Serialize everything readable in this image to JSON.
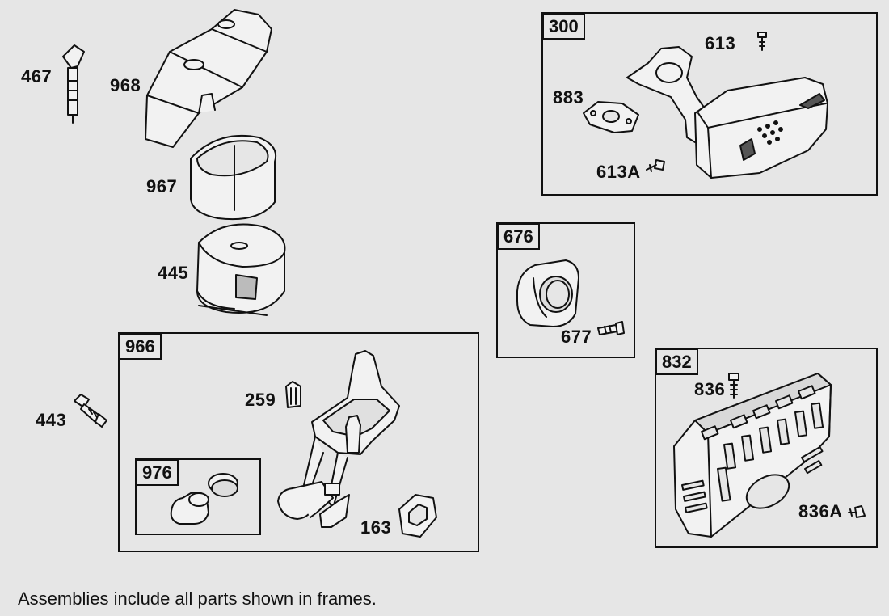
{
  "frames": {
    "muffler_assembly": "300",
    "gasket_kit": "676",
    "air_cleaner_assembly": "966",
    "cartridge_kit": "976",
    "muffler_guard_kit": "832"
  },
  "parts": {
    "p467": "467",
    "p968": "968",
    "p967": "967",
    "p445": "445",
    "p443": "443",
    "p259": "259",
    "p163": "163",
    "p613": "613",
    "p883": "883",
    "p613a": "613A",
    "p677": "677",
    "p836": "836",
    "p836a": "836A"
  },
  "caption": "Assemblies include all parts shown in frames."
}
